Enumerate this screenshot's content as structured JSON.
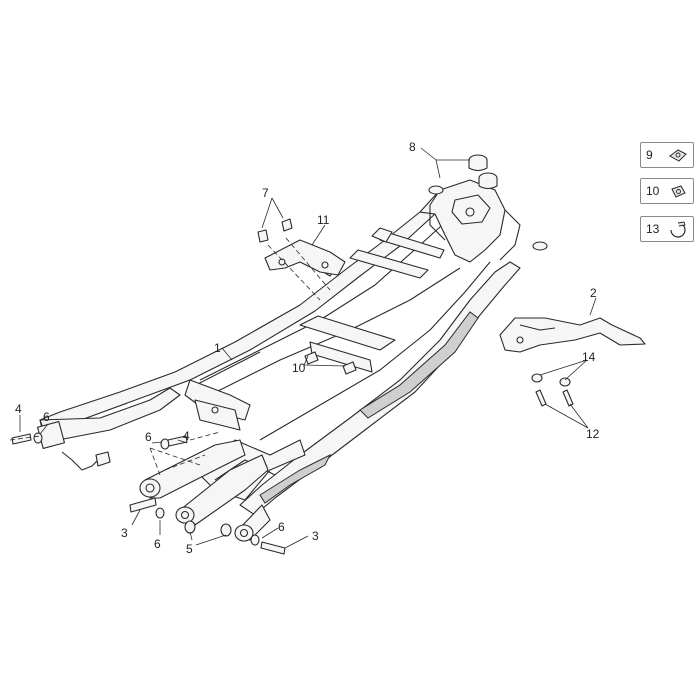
{
  "callouts": {
    "c1": "1",
    "c2": "2",
    "c3a": "3",
    "c3b": "3",
    "c4a": "4",
    "c4b": "4",
    "c5": "5",
    "c6a": "6",
    "c6b": "6",
    "c6c": "6",
    "c6d": "6",
    "c7": "7",
    "c8": "8",
    "c10": "10",
    "c11": "11",
    "c12": "12",
    "c14": "14"
  },
  "legend": [
    {
      "number": "9",
      "icon": "clip-nut-icon"
    },
    {
      "number": "10",
      "icon": "square-nut-icon"
    },
    {
      "number": "13",
      "icon": "cable-tie-icon"
    }
  ],
  "colors": {
    "line": "#2a2a2a",
    "frame_fill": "#f4f4f4",
    "shade": "#cfcfcf",
    "legend_border": "#8a8a8a"
  }
}
